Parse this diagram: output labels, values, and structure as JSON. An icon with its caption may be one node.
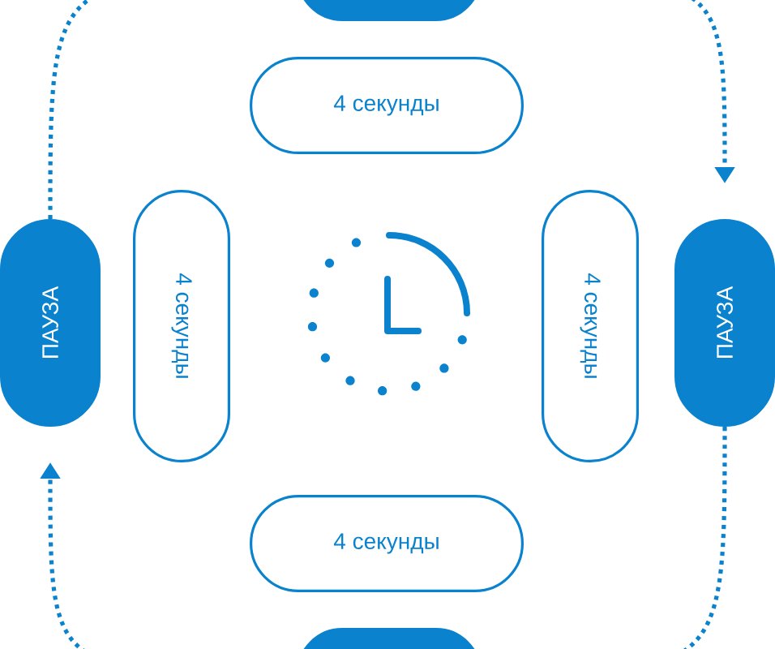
{
  "diagram": {
    "nodes": [
      {
        "text": [],
        "shape": "box"
      },
      {
        "text": [
          "4 секунды"
        ]
      },
      {
        "text": [
          "ПАУЗА"
        ]
      },
      {
        "text": [
          "4 секунды"
        ]
      },
      {
        "text": [
          "4 секунды"
        ]
      },
      {
        "text": [
          "ПАУЗА"
        ]
      },
      {
        "text": [
          "4 секунды"
        ]
      },
      {
        "text": [],
        "shape": "box"
      }
    ],
    "edges": [
      {
        "from": 2,
        "to": 0,
        "arrow": "none",
        "style": "dashed"
      },
      {
        "from": 0,
        "to": 5,
        "arrow": "to",
        "style": "dashed"
      },
      {
        "from": 5,
        "to": 7,
        "arrow": "none",
        "style": "dashed"
      },
      {
        "from": 7,
        "to": 2,
        "arrow": "to",
        "style": "dashed"
      }
    ]
  }
}
